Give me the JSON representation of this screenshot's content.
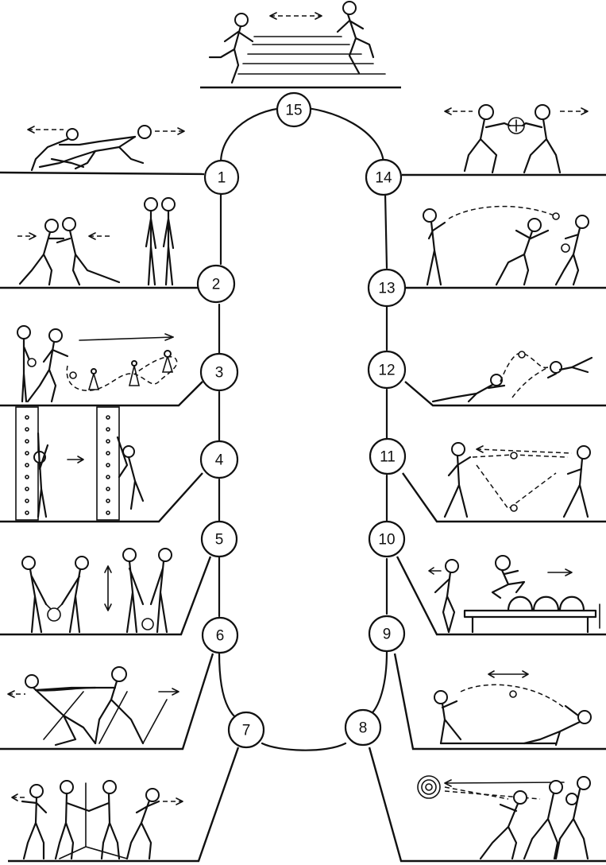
{
  "diagram": {
    "stations": [
      {
        "id": 1,
        "label": "1"
      },
      {
        "id": 2,
        "label": "2"
      },
      {
        "id": 3,
        "label": "3"
      },
      {
        "id": 4,
        "label": "4"
      },
      {
        "id": 5,
        "label": "5"
      },
      {
        "id": 6,
        "label": "6"
      },
      {
        "id": 7,
        "label": "7"
      },
      {
        "id": 8,
        "label": "8"
      },
      {
        "id": 9,
        "label": "9"
      },
      {
        "id": 10,
        "label": "10"
      },
      {
        "id": 11,
        "label": "11"
      },
      {
        "id": 12,
        "label": "12"
      },
      {
        "id": 13,
        "label": "13"
      },
      {
        "id": 14,
        "label": "14"
      },
      {
        "id": 15,
        "label": "15"
      }
    ]
  }
}
